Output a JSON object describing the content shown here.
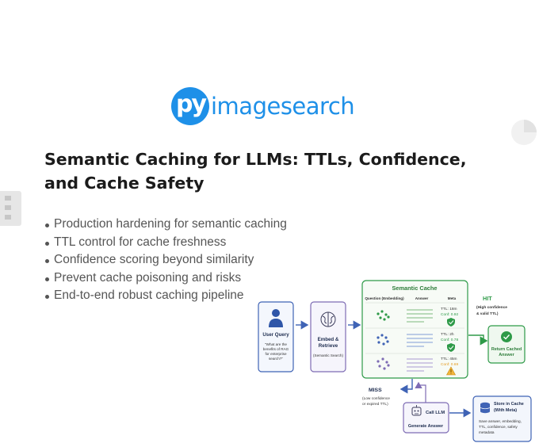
{
  "logo": {
    "prefix": "py",
    "rest": "imagesearch"
  },
  "title": "Semantic Caching for LLMs: TTLs, Confidence, and Cache Safety",
  "bullets": [
    "Production hardening for semantic caching",
    "TTL control for cache freshness",
    "Confidence scoring beyond similarity",
    "Prevent cache poisoning and risks",
    "End-to-end robust caching pipeline"
  ],
  "diagram": {
    "user_query": {
      "label": "User Query",
      "quote": [
        "\"What are the",
        "benefits of RAG",
        "for enterprise",
        "search?\""
      ]
    },
    "embed": {
      "line1": "Embed &",
      "line2": "Retrieve",
      "sub": "(Semantic Search)"
    },
    "cache": {
      "title": "Semantic Cache",
      "col_question": "Question (Embedding)",
      "col_answer": "Answer",
      "col_meta": "Meta",
      "rows": [
        {
          "ttl": "TTL: 18m",
          "conf": "Conf: 0.92",
          "status": "ok"
        },
        {
          "ttl": "TTL: 2h",
          "conf": "Conf: 0.78",
          "status": "ok"
        },
        {
          "ttl": "TTL: 45m",
          "conf": "Conf: 0.69",
          "status": "warn"
        }
      ]
    },
    "hit": {
      "label": "HIT",
      "desc1": "(High confidence",
      "desc2": "& valid TTL)"
    },
    "return_cached": {
      "line1": "Return Cached",
      "line2": "Answer"
    },
    "miss": {
      "label": "MISS",
      "desc1": "(Low confidence",
      "desc2": "or expired TTL)"
    },
    "llm": {
      "label": "Call LLM",
      "sub": "Generate Answer"
    },
    "store": {
      "line1": "Store in Cache",
      "line2": "(With Meta)",
      "desc": [
        "Save answer, embedding,",
        "TTL, confidence, safety",
        "metadata"
      ]
    },
    "colors": {
      "blue": "#3f63b5",
      "green": "#2e9a48",
      "orange": "#e49a1f",
      "purple": "#7e6cb4",
      "brand": "#1e90e8"
    }
  }
}
